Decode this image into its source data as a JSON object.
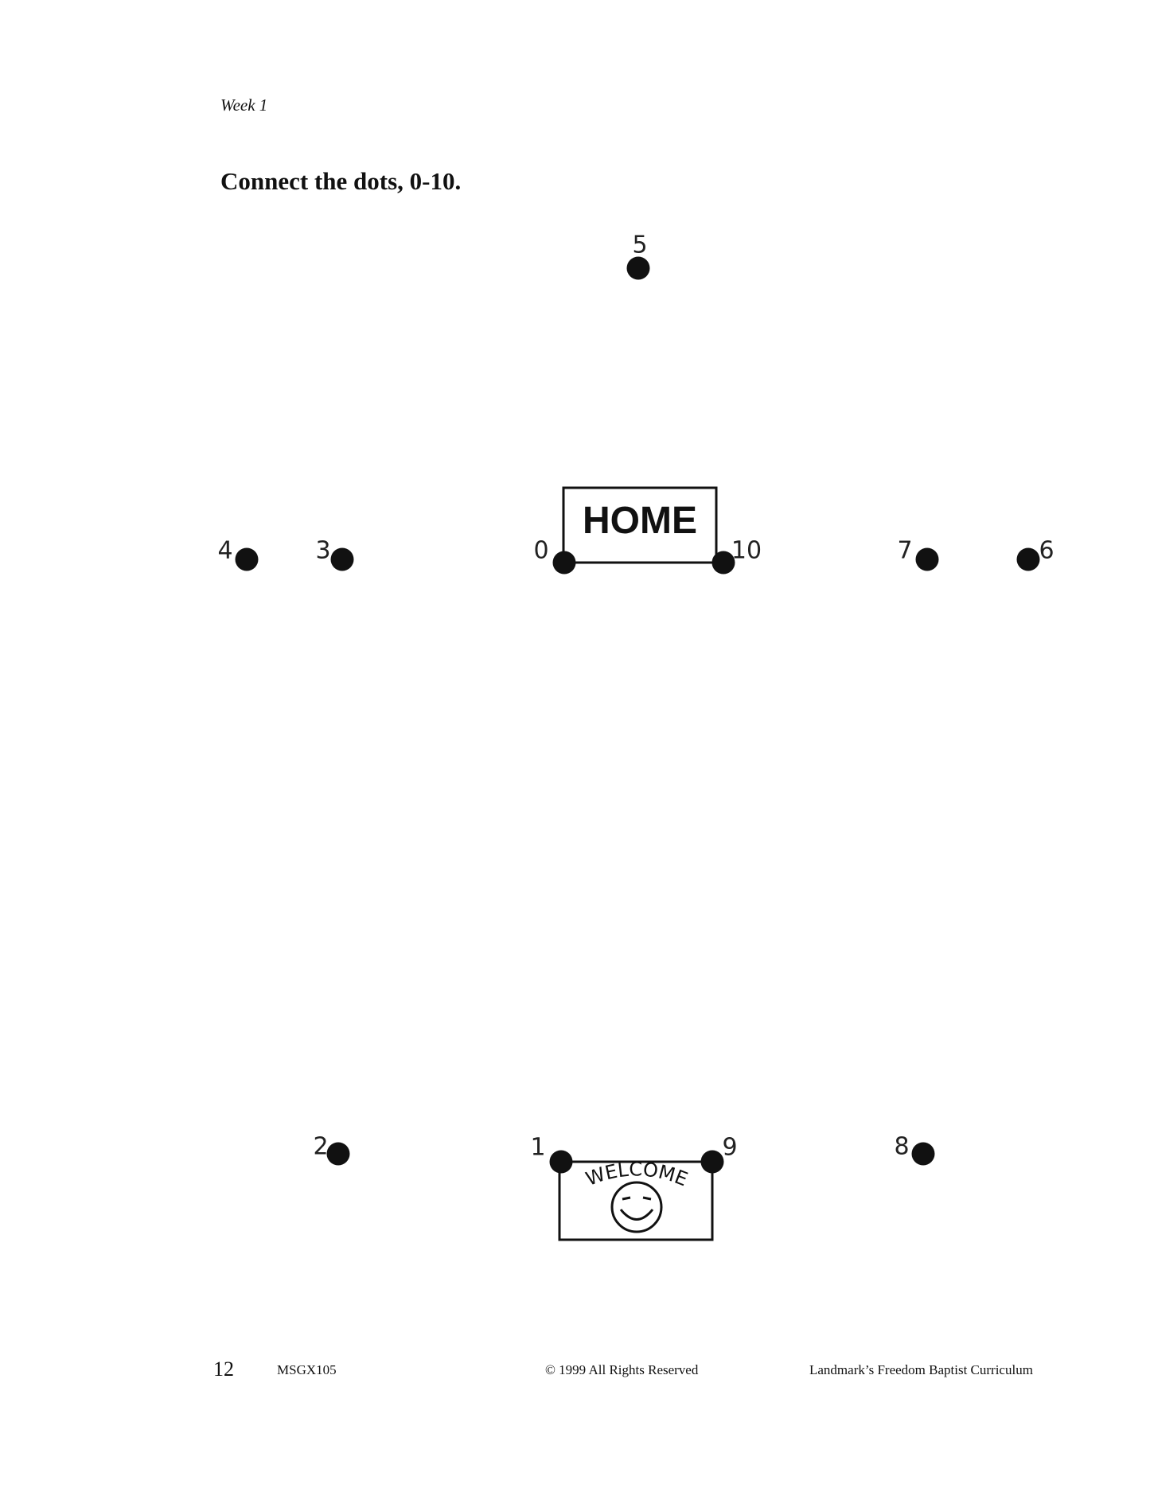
{
  "header": {
    "week": "Week 1"
  },
  "title": "Connect the dots, 0-10.",
  "signs": {
    "home": "HOME",
    "welcome": "WELCOME"
  },
  "dots": [
    {
      "label": "0"
    },
    {
      "label": "1"
    },
    {
      "label": "2"
    },
    {
      "label": "3"
    },
    {
      "label": "4"
    },
    {
      "label": "5"
    },
    {
      "label": "6"
    },
    {
      "label": "7"
    },
    {
      "label": "8"
    },
    {
      "label": "9"
    },
    {
      "label": "10"
    }
  ],
  "footer": {
    "page_number": "12",
    "code": "MSGX105",
    "copyright": "© 1999  All Rights Reserved",
    "publisher": "Landmark’s Freedom Baptist Curriculum"
  }
}
